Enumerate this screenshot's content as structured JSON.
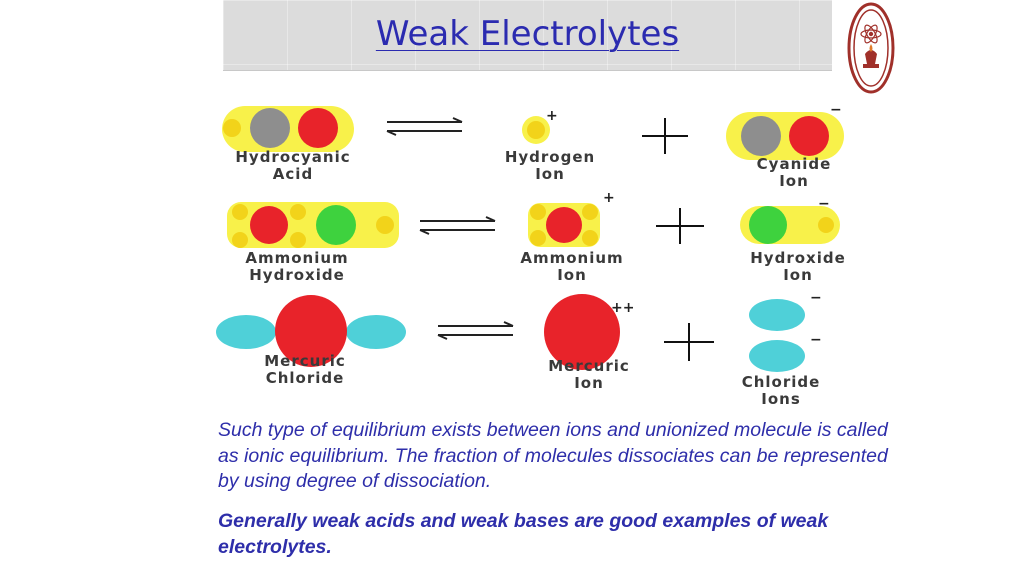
{
  "slide": {
    "title": "Weak Electrolytes",
    "logo_icon": "institute-seal-icon"
  },
  "diagram": {
    "rows": [
      {
        "reactant": [
          "Hydrocyanic",
          "Acid"
        ],
        "product1": {
          "label": [
            "Hydrogen",
            "Ion"
          ],
          "charge": "+"
        },
        "product2": {
          "label": [
            "Cyanide",
            "Ion"
          ],
          "charge": "−"
        }
      },
      {
        "reactant": [
          "Ammonium",
          "Hydroxide"
        ],
        "product1": {
          "label": [
            "Ammonium",
            "Ion"
          ],
          "charge": "+"
        },
        "product2": {
          "label": [
            "Hydroxide",
            "Ion"
          ],
          "charge": "−"
        }
      },
      {
        "reactant": [
          "Mercuric",
          "Chloride"
        ],
        "product1": {
          "label": [
            "Mercuric",
            "Ion"
          ],
          "charge": "++"
        },
        "product2": {
          "label": [
            "Chloride",
            "Ions"
          ],
          "charges": [
            "−",
            "−"
          ]
        }
      }
    ],
    "colors": {
      "red": "#e8232a",
      "grey": "#8e8e8e",
      "green": "#3ed23e",
      "cyan": "#4fd0d8",
      "yellow": "#f2d31a",
      "halo": "#f7ee2a"
    }
  },
  "text": {
    "paragraph": "Such type of equilibrium   exists between ions and unionized molecule is called as ionic equilibrium. The fraction of molecules dissociates can be represented by using degree of dissociation.",
    "conclusion": "Generally weak acids and weak bases are good examples of weak electrolytes."
  }
}
